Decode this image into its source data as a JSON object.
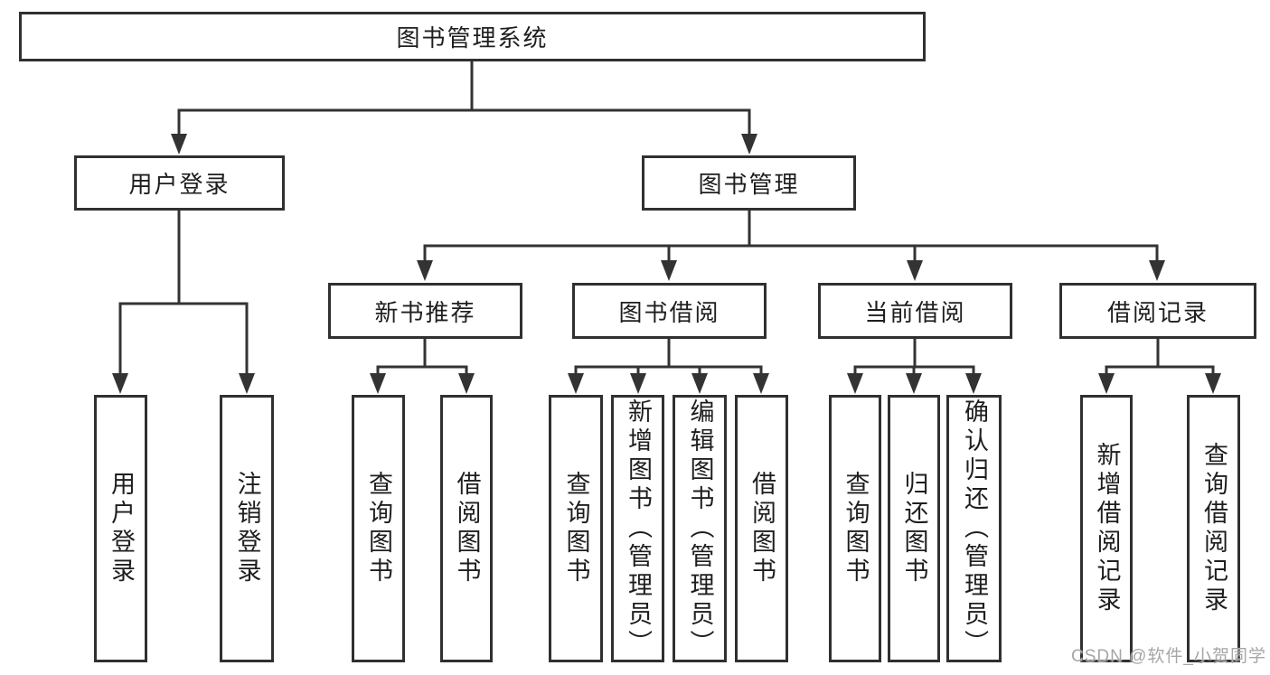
{
  "nodes": {
    "root": "图书管理系统",
    "user_login": "用户登录",
    "book_management": "图书管理",
    "new_book_recommend": "新书推荐",
    "book_borrowing": "图书借阅",
    "current_borrowing": "当前借阅",
    "borrowing_records": "借阅记录",
    "leaf_user_login": "用户登录",
    "leaf_logout": "注销登录",
    "nb_query_books": "查询图书",
    "nb_borrow_books": "借阅图书",
    "bb_query_books": "查询图书",
    "bb_add_books": "新增图书（管理员）",
    "bb_edit_books": "编辑图书（管理员）",
    "bb_borrow_books": "借阅图书",
    "cb_query_books": "查询图书",
    "cb_return_books": "归还图书",
    "cb_confirm_return": "确认归还（管理员）",
    "br_add_record": "新增借阅记录",
    "br_query_record": "查询借阅记录"
  },
  "watermark": "CSDN @软件_小贺同学",
  "colors": {
    "background": "#ffffff",
    "fill": "#ffffff",
    "border": "#303030",
    "line": "#333333",
    "text": "#1e1e1e",
    "watermark": "#a6a6a6"
  }
}
